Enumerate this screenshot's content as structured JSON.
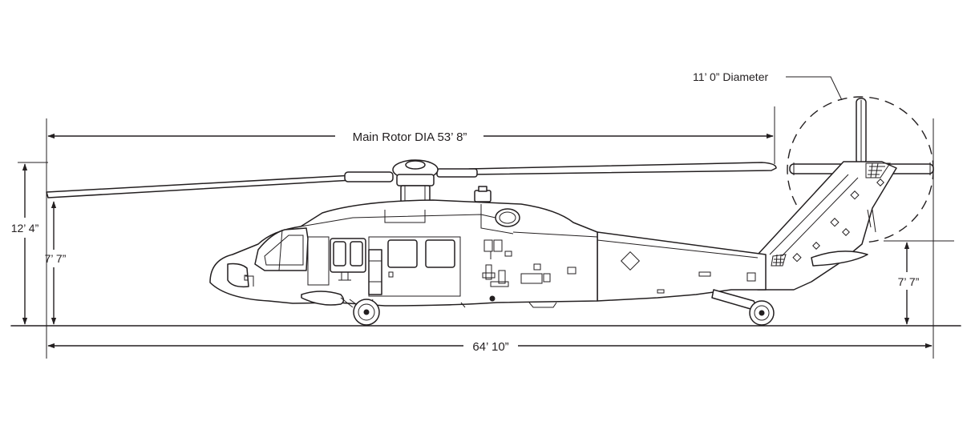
{
  "diagram": {
    "labels": {
      "main_rotor": "Main Rotor DIA 53’ 8”",
      "tail_rotor": "11’ 0” Diameter",
      "overall_height": "12’ 4”",
      "hub_height_front": "7’ 7”",
      "hub_height_rear": "7’ 7”",
      "overall_length": "64’ 10”"
    },
    "colors": {
      "line": "#231f20",
      "fill": "#ffffff"
    }
  }
}
